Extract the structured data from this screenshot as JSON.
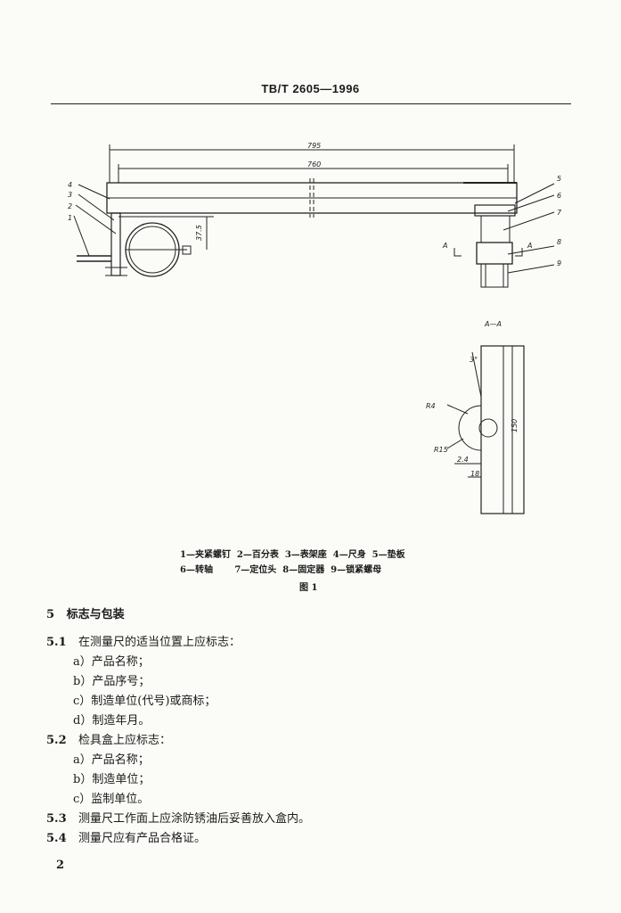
{
  "header": {
    "standard_code": "TB/T 2605—1996"
  },
  "figure": {
    "dimensions": {
      "overall_length": "795",
      "inner_length": "760",
      "height": "37.5",
      "section_height": "150",
      "angle": "3°",
      "r_top": "R4",
      "r_mid": "R15",
      "offset": "2.4",
      "small": "18"
    },
    "part_callouts": [
      "1",
      "2",
      "3",
      "4",
      "5",
      "6",
      "7",
      "8",
      "9"
    ],
    "section_marks": {
      "left": "A",
      "right": "A",
      "section_title": "A—A"
    },
    "legend_row1": "1—夹紧螺钉  2—百分表  3—表架座  4—尺身  5—垫板",
    "legend_row2": "6—转轴       7—定位头  8—固定器  9—锁紧螺母",
    "caption": "图 1"
  },
  "section": {
    "number": "5",
    "title": "标志与包装"
  },
  "clauses": {
    "c51": {
      "num": "5.1",
      "text": "在测量尺的适当位置上应标志："
    },
    "c51_items": [
      "a）产品名称；",
      "b）产品序号；",
      "c）制造单位(代号)或商标；",
      "d）制造年月。"
    ],
    "c52": {
      "num": "5.2",
      "text": "检具盒上应标志："
    },
    "c52_items": [
      "a）产品名称；",
      "b）制造单位；",
      "c）监制单位。"
    ],
    "c53": {
      "num": "5.3",
      "text": "测量尺工作面上应涂防锈油后妥善放入盒内。"
    },
    "c54": {
      "num": "5.4",
      "text": "测量尺应有产品合格证。"
    }
  },
  "page_number": "2"
}
